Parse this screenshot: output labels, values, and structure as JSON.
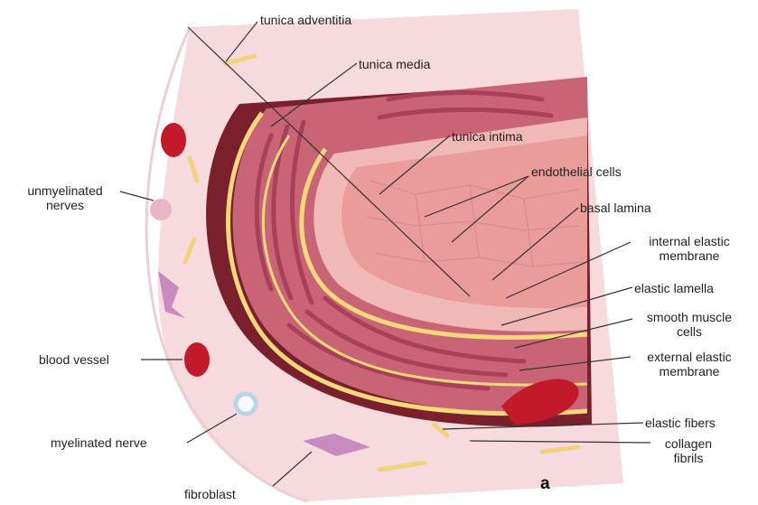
{
  "labels": {
    "tunica_adventitia": "tunica adventitia",
    "tunica_media": "tunica  media",
    "tunica_intima": "tunica  intima",
    "endothelial_cells": "endothelial cells",
    "basal_lamina": "basal lamina",
    "internal_elastic_line1": "internal elastic",
    "internal_elastic_line2": "membrane",
    "elastic_lamella": "elastic lamella",
    "smooth_muscle_line1": "smooth muscle",
    "smooth_muscle_line2": "cells",
    "external_elastic_line1": "external elastic",
    "external_elastic_line2": "membrane",
    "elastic_fibers": "elastic fibers",
    "collagen_line1": "collagen",
    "collagen_line2": "fibrils",
    "unmyelinated_line1": "unmyelinated",
    "unmyelinated_line2": "nerves",
    "blood_vessel": "blood vessel",
    "myelinated_nerve": "myelinated nerve",
    "fibroblast": "fibroblast",
    "panel_letter": "a"
  },
  "colors": {
    "adventitia": "#f6dadd",
    "media_dark": "#7a1f2c",
    "media": "#c96476",
    "media_cells": "#a8405a",
    "elastic": "#f4d97a",
    "intima": "#f0b9b6",
    "lumen": "#e99c9a",
    "blood_cell": "#c21a2a",
    "nerve": "#b7d4ec",
    "fibroblast": "#c88bc0"
  }
}
